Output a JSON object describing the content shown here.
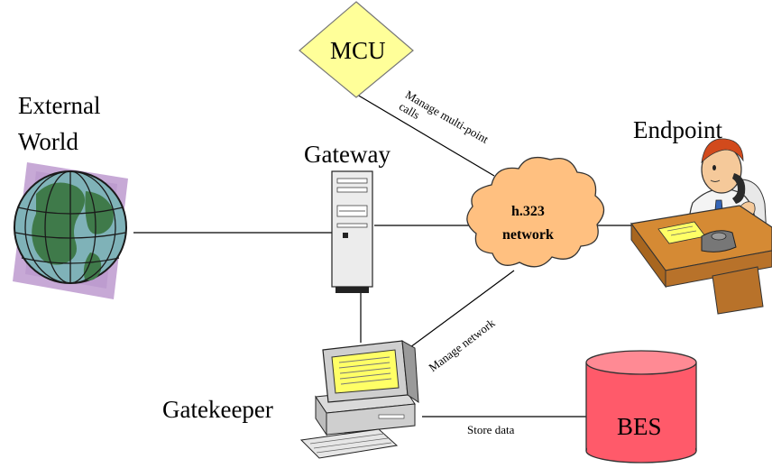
{
  "nodes": {
    "external_world": {
      "label_line1": "External",
      "label_line2": "World"
    },
    "gateway": {
      "label": "Gateway"
    },
    "mcu": {
      "label": "MCU"
    },
    "network": {
      "label_line1": "h.323",
      "label_line2": "network"
    },
    "endpoint": {
      "label": "Endpoint"
    },
    "gatekeeper": {
      "label": "Gatekeeper"
    },
    "bes": {
      "label": "BES"
    }
  },
  "edges": {
    "mcu_network": {
      "label_line1": "Manage multi-point",
      "label_line2": "calls"
    },
    "gatekeeper_network": {
      "label": "Manage network"
    },
    "gatekeeper_bes": {
      "label": "Store data"
    }
  },
  "colors": {
    "mcu_fill": "#ffff99",
    "cloud_fill": "#ffc080",
    "bes_fill": "#ff5a6a",
    "globe_ocean": "#7fb2b8",
    "globe_land": "#3f7a4a",
    "globe_backdrop": "#c7a9d6",
    "desk": "#c07a2a",
    "monitor_screen": "#ffff66"
  }
}
